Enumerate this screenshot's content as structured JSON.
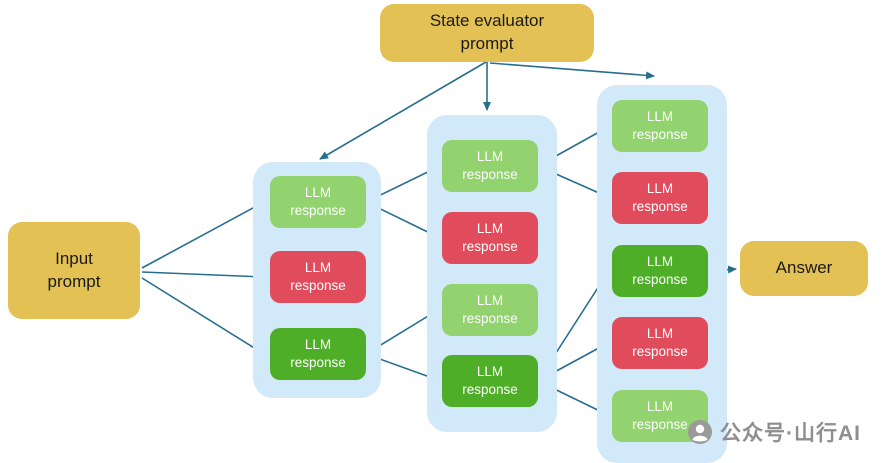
{
  "diagram": {
    "state_evaluator_prompt": "State evaluator prompt",
    "input_prompt": "Input prompt",
    "answer": "Answer",
    "colors": {
      "prompt_box": "#e3c155",
      "tree_container": "#d2e9f9",
      "llm_light_green": "#93d36f",
      "llm_red": "#e04c5c",
      "llm_dark_green": "#4fae28",
      "arrow": "#266e8d"
    },
    "columns": [
      {
        "boxes": [
          {
            "label": "LLM response",
            "variant": "light-green"
          },
          {
            "label": "LLM response",
            "variant": "red"
          },
          {
            "label": "LLM response",
            "variant": "dark-green"
          }
        ]
      },
      {
        "boxes": [
          {
            "label": "LLM response",
            "variant": "light-green"
          },
          {
            "label": "LLM response",
            "variant": "red"
          },
          {
            "label": "LLM response",
            "variant": "light-green"
          },
          {
            "label": "LLM response",
            "variant": "dark-green"
          }
        ]
      },
      {
        "boxes": [
          {
            "label": "LLM response",
            "variant": "light-green"
          },
          {
            "label": "LLM response",
            "variant": "red"
          },
          {
            "label": "LLM response",
            "variant": "dark-green"
          },
          {
            "label": "LLM response",
            "variant": "red"
          },
          {
            "label": "LLM response",
            "variant": "light-green"
          }
        ]
      }
    ],
    "watermark": "公众号·山行AI"
  }
}
